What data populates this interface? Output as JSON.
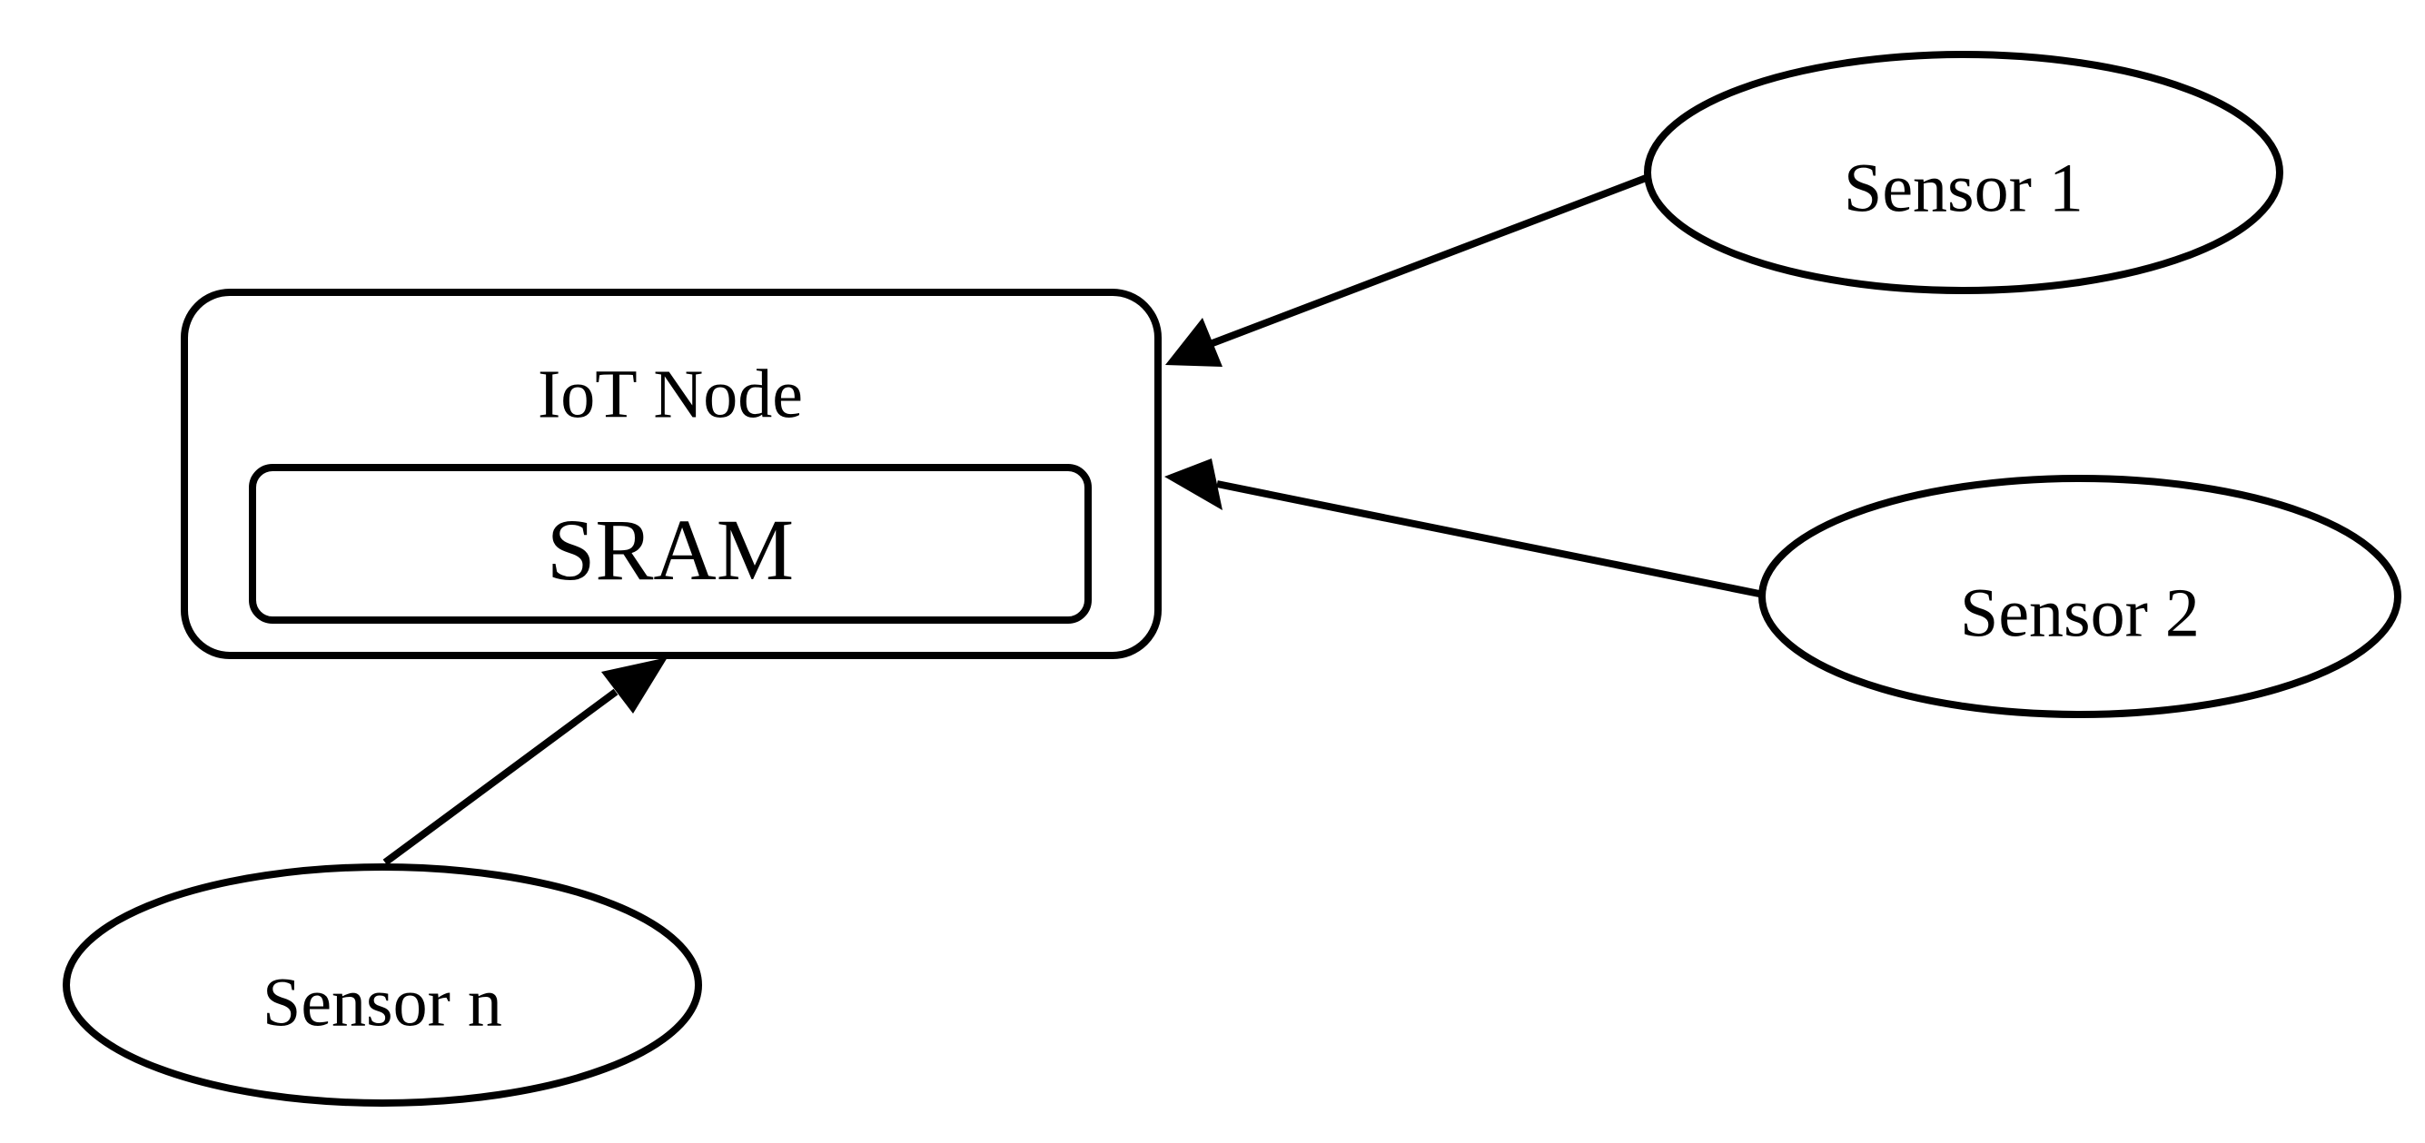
{
  "diagram": {
    "node": {
      "label": "IoT Node",
      "component": "SRAM"
    },
    "sensors": [
      {
        "id": "sensor-1",
        "label": "Sensor 1"
      },
      {
        "id": "sensor-2",
        "label": "Sensor 2"
      },
      {
        "id": "sensor-n",
        "label": "Sensor n"
      }
    ],
    "edges": [
      {
        "from": "sensor-1",
        "to": "iot-node"
      },
      {
        "from": "sensor-2",
        "to": "iot-node"
      },
      {
        "from": "sensor-n",
        "to": "iot-node"
      }
    ]
  }
}
